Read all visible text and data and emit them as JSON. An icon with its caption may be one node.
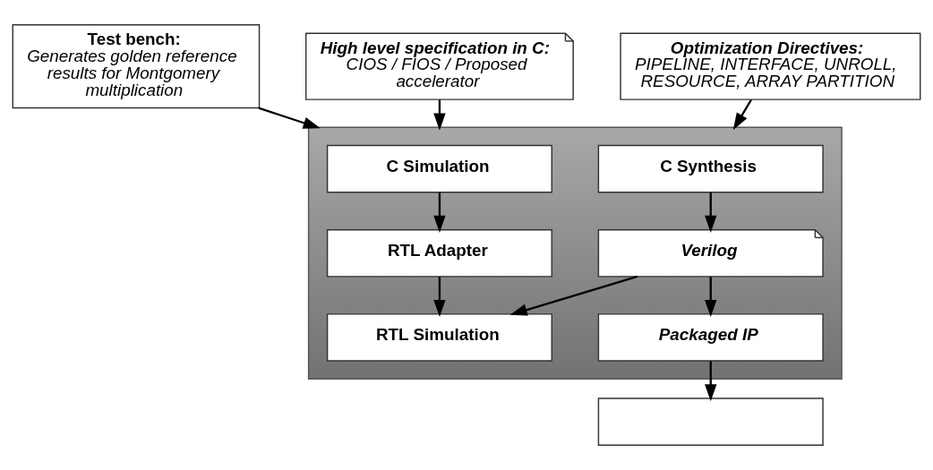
{
  "diagram": {
    "nodes": [
      {
        "text": [
          "Test bench:",
          "Generates golden reference results for Montgomery multiplication"
        ]
      },
      {
        "text": [
          "High level specification in C:",
          "CIOS / FIOS / Proposed accelerator"
        ]
      },
      {
        "text": [
          "Optimization Directives:",
          "PIPELINE, INTERFACE, UNROLL, RESOURCE, ARRAY PARTITION"
        ]
      },
      {
        "text": [],
        "shape": "box"
      },
      {
        "text": [
          "C Simulation"
        ],
        "in": 3
      },
      {
        "text": [
          "RTL Adapter"
        ],
        "in": 3
      },
      {
        "text": [
          "RTL Simulation"
        ],
        "in": 3
      },
      {
        "text": [
          "C Synthesis"
        ],
        "in": 3
      },
      {
        "text": [
          "Verilog"
        ],
        "in": 3
      },
      {
        "text": [
          "Packaged IP"
        ],
        "in": 3
      },
      {
        "text": [],
        "shape": "box"
      }
    ],
    "edges": [
      {
        "from": 0,
        "to": 3,
        "arrow": "to"
      },
      {
        "from": 1,
        "to": 3,
        "arrow": "to"
      },
      {
        "from": 2,
        "to": 3,
        "arrow": "to"
      },
      {
        "from": 4,
        "to": 5,
        "arrow": "to"
      },
      {
        "from": 5,
        "to": 6,
        "arrow": "to"
      },
      {
        "from": 7,
        "to": 8,
        "arrow": "to"
      },
      {
        "from": 8,
        "to": 9,
        "arrow": "to"
      },
      {
        "from": 9,
        "to": 10,
        "arrow": "to"
      },
      {
        "from": 8,
        "to": 6,
        "arrow": "to"
      }
    ]
  }
}
